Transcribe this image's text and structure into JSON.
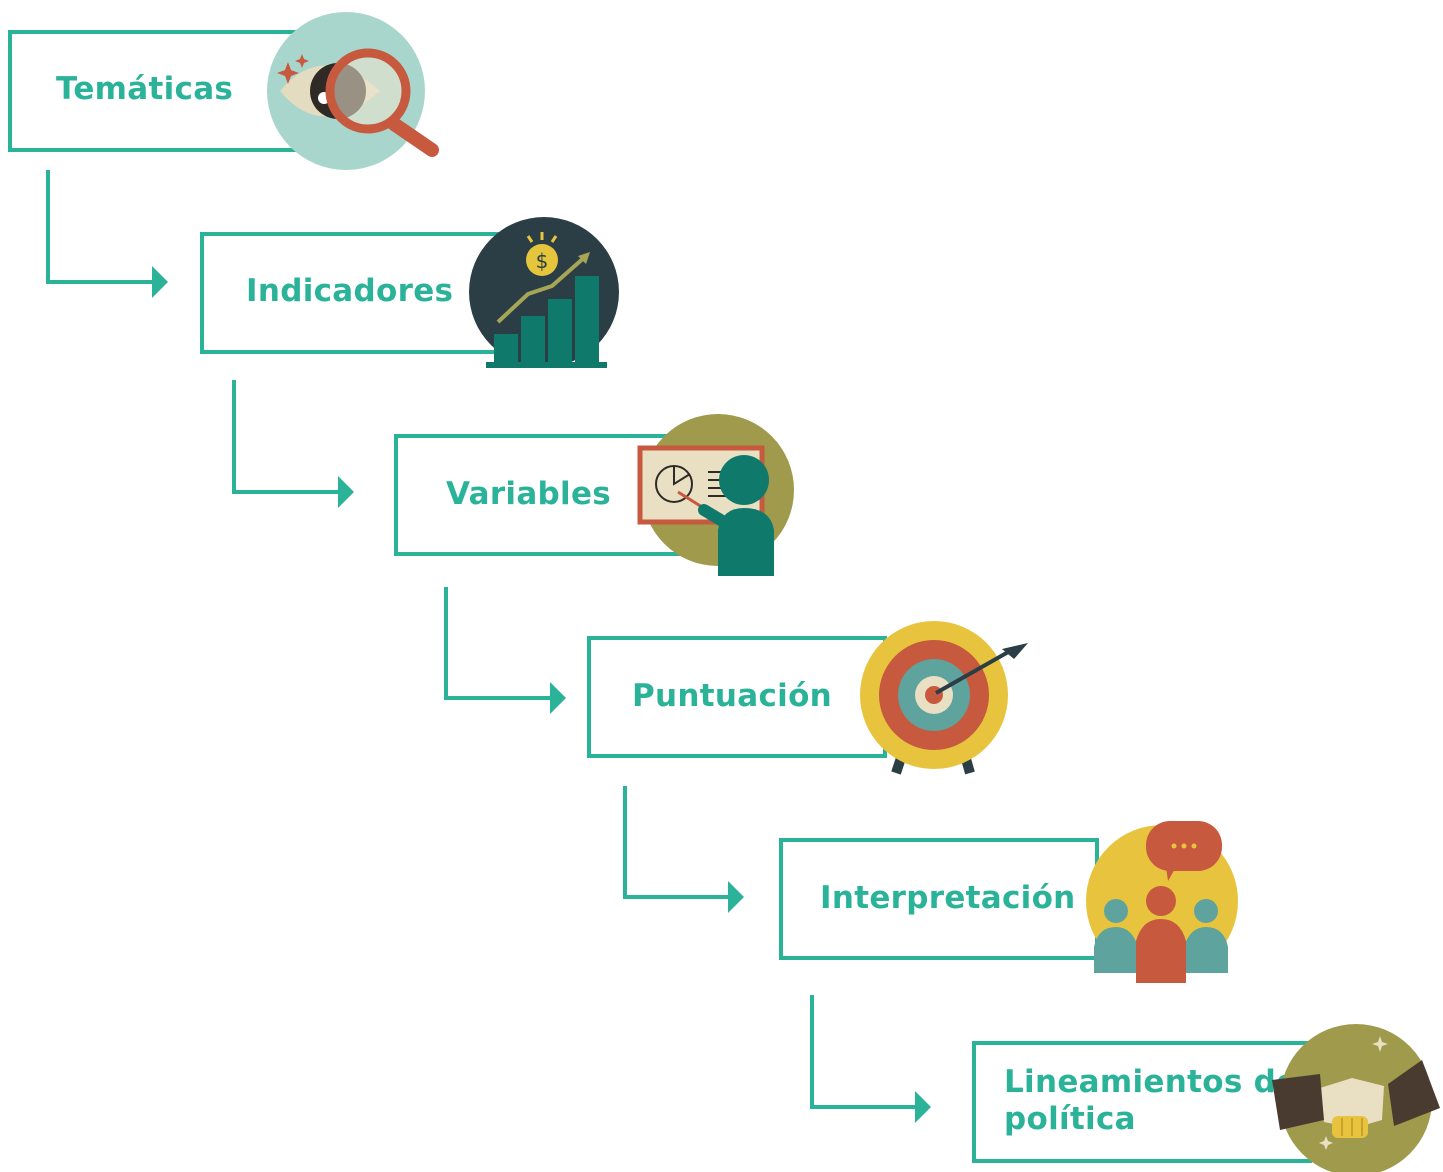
{
  "diagram": {
    "accent_color": "#2bb39a",
    "steps": [
      {
        "label": "Temáticas",
        "icon": "eye-magnifier-icon"
      },
      {
        "label": "Indicadores",
        "icon": "growth-chart-dollar-icon"
      },
      {
        "label": "Variables",
        "icon": "presenter-whiteboard-icon"
      },
      {
        "label": "Puntuación",
        "icon": "target-arrow-icon"
      },
      {
        "label": "Interpretación",
        "icon": "people-discussion-icon"
      },
      {
        "label_line1": "Lineamientos de",
        "label_line2": "política",
        "icon": "handshake-icon"
      }
    ]
  }
}
